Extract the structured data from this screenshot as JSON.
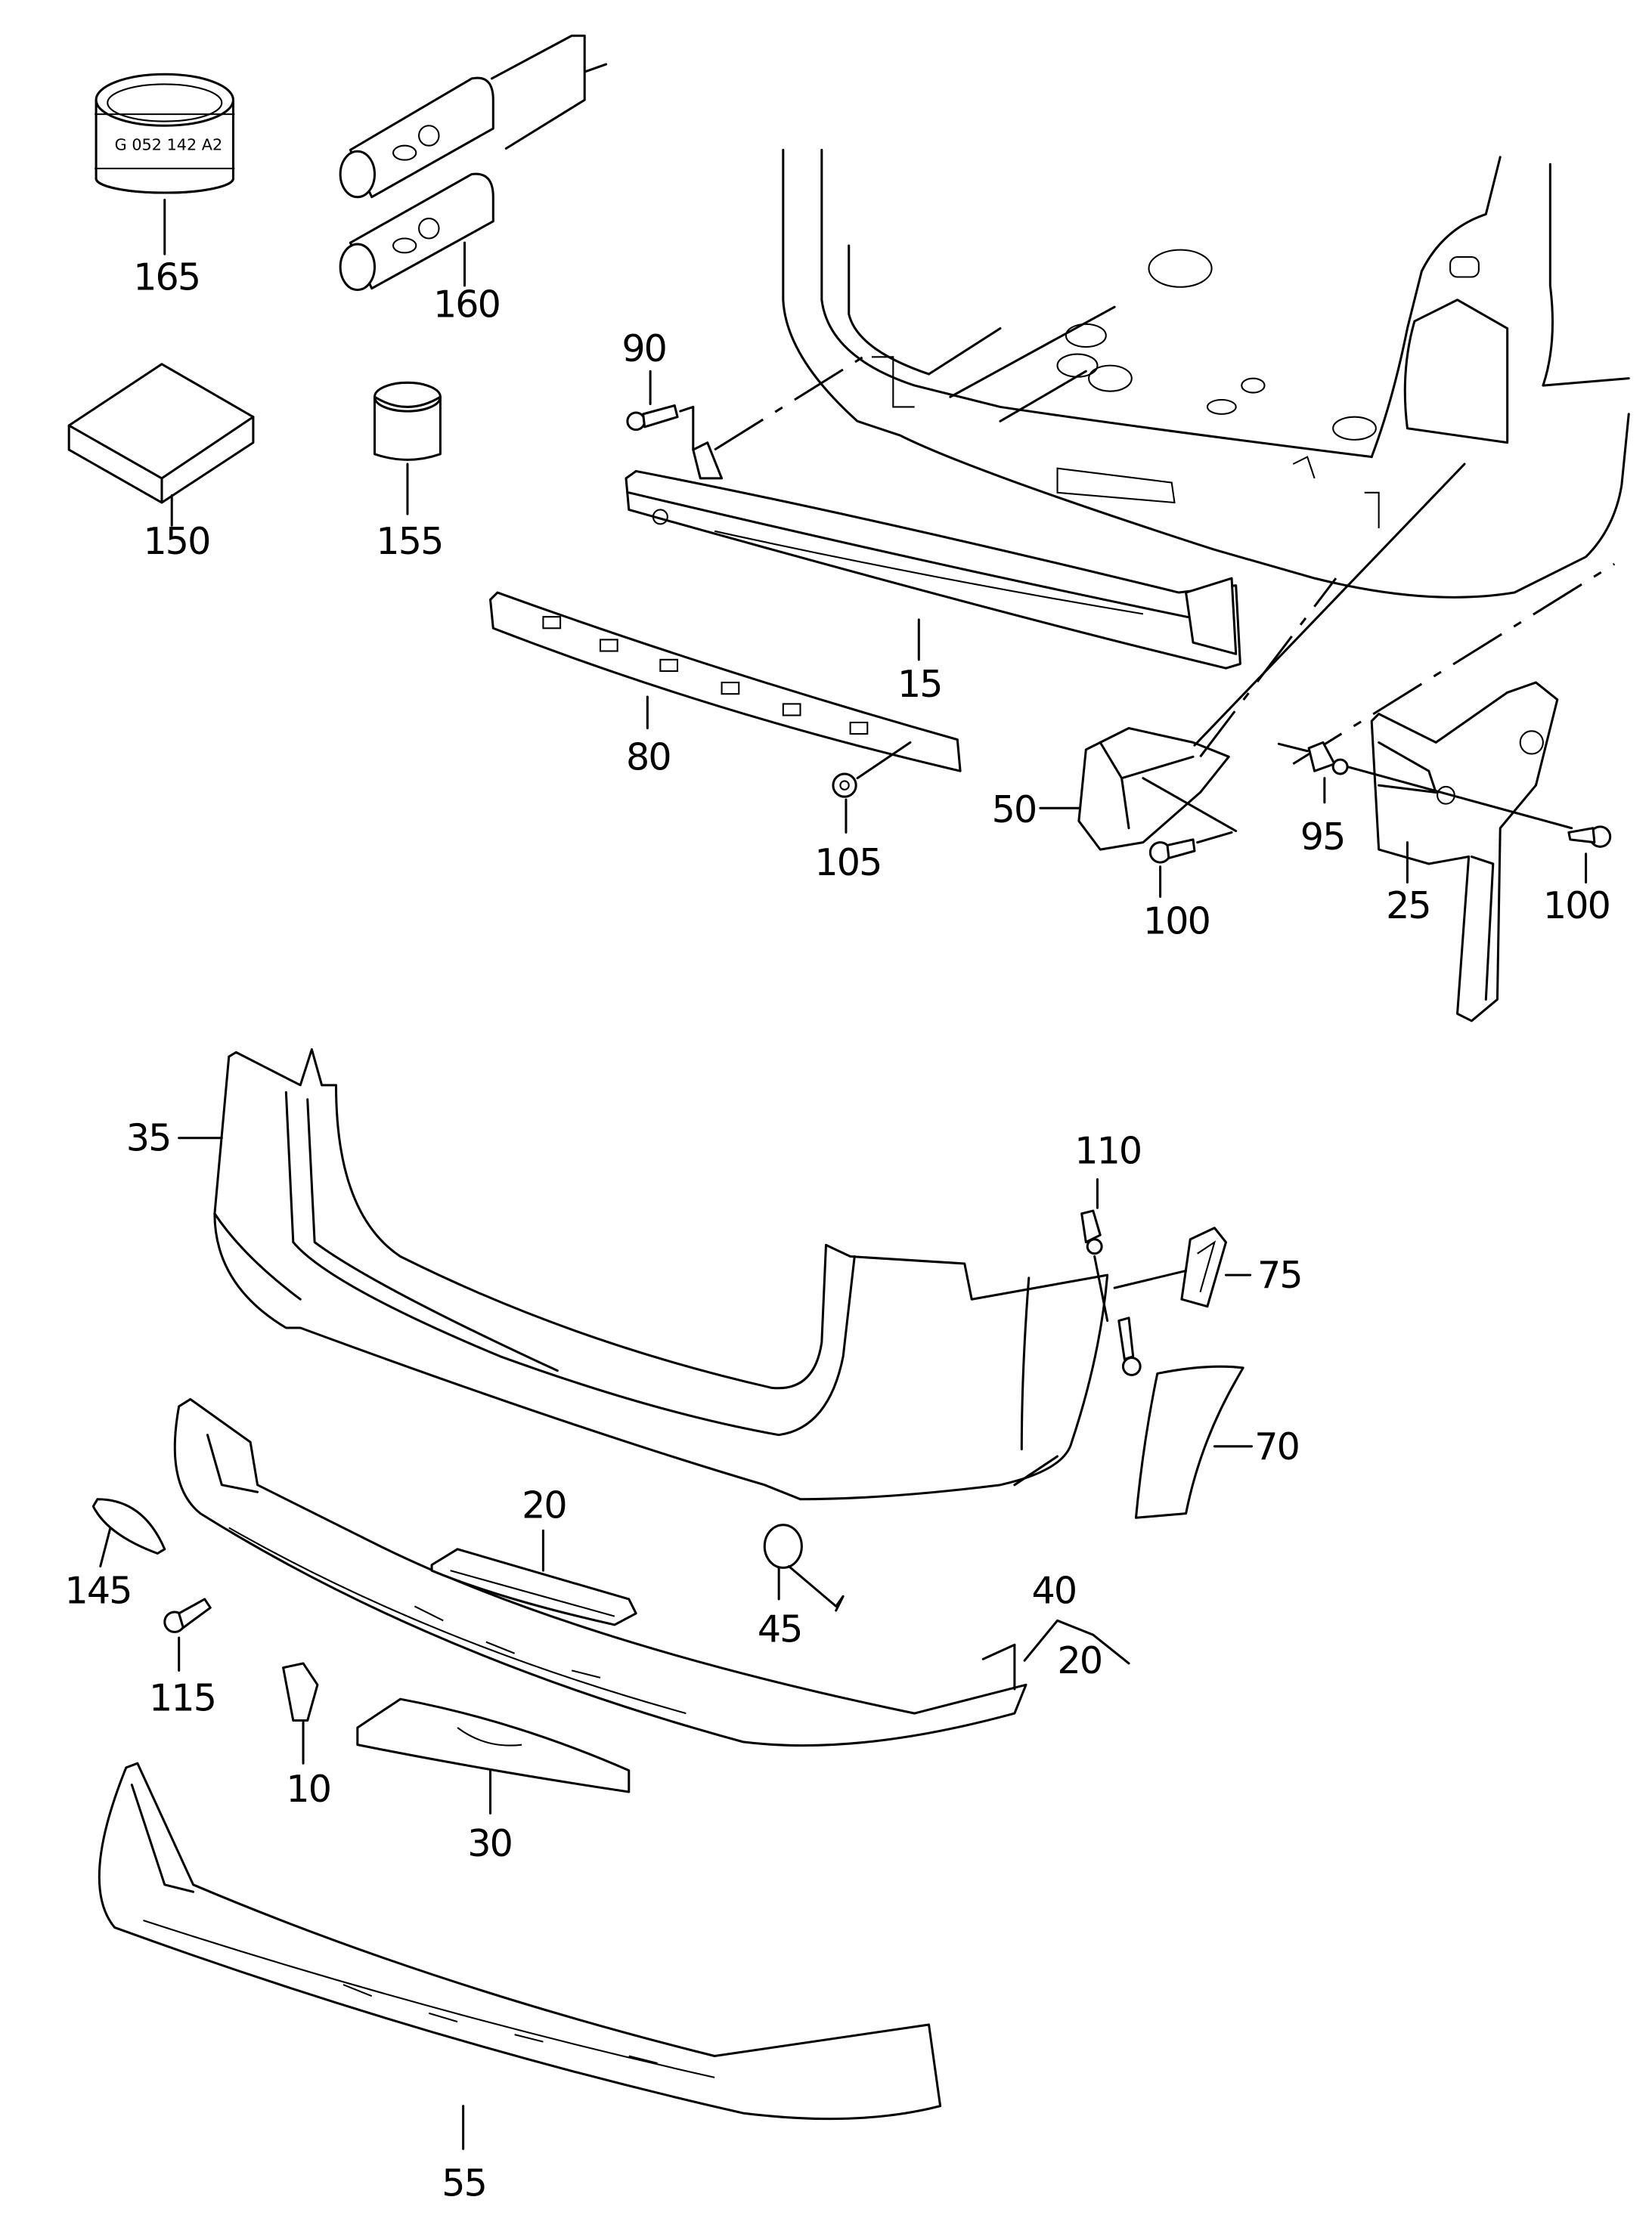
{
  "diagram": {
    "type": "exploded parts diagram",
    "subject": "rear bumper assembly",
    "stamp_text": "G 052 142 A2",
    "callouts": [
      {
        "id": "165",
        "part": "adhesive/primer tin"
      },
      {
        "id": "160",
        "part": "adhesive cartridges"
      },
      {
        "id": "150",
        "part": "pad"
      },
      {
        "id": "155",
        "part": "container"
      },
      {
        "id": "90",
        "part": "bolt"
      },
      {
        "id": "15",
        "part": "bumper reinforcement bar"
      },
      {
        "id": "80",
        "part": "impact absorber"
      },
      {
        "id": "105",
        "part": "nut"
      },
      {
        "id": "50",
        "part": "bracket left"
      },
      {
        "id": "100a",
        "part": "screw"
      },
      {
        "id": "95",
        "part": "clip"
      },
      {
        "id": "25",
        "part": "bracket right"
      },
      {
        "id": "100b",
        "part": "screw"
      },
      {
        "id": "35",
        "part": "bumper cover"
      },
      {
        "id": "110",
        "part": "clip"
      },
      {
        "id": "75",
        "part": "guide"
      },
      {
        "id": "70",
        "part": "trim strip"
      },
      {
        "id": "20a",
        "part": "insert"
      },
      {
        "id": "145",
        "part": "reflector"
      },
      {
        "id": "45",
        "part": "cap"
      },
      {
        "id": "40",
        "part": "spoiler"
      },
      {
        "id": "20b",
        "part": "insert"
      },
      {
        "id": "115",
        "part": "screw"
      },
      {
        "id": "10",
        "part": "clip"
      },
      {
        "id": "30",
        "part": "cover plate"
      },
      {
        "id": "55",
        "part": "lower spoiler"
      }
    ],
    "labels": {
      "l165": "165",
      "l160": "160",
      "l150": "150",
      "l155": "155",
      "l90": "90",
      "l15": "15",
      "l80": "80",
      "l105": "105",
      "l50": "50",
      "l100a": "100",
      "l95": "95",
      "l25": "25",
      "l100b": "100",
      "l35": "35",
      "l110": "110",
      "l75": "75",
      "l70": "70",
      "l20a": "20",
      "l145": "145",
      "l45": "45",
      "l40": "40",
      "l20b": "20",
      "l115": "115",
      "l10": "10",
      "l30": "30",
      "l55": "55"
    }
  }
}
